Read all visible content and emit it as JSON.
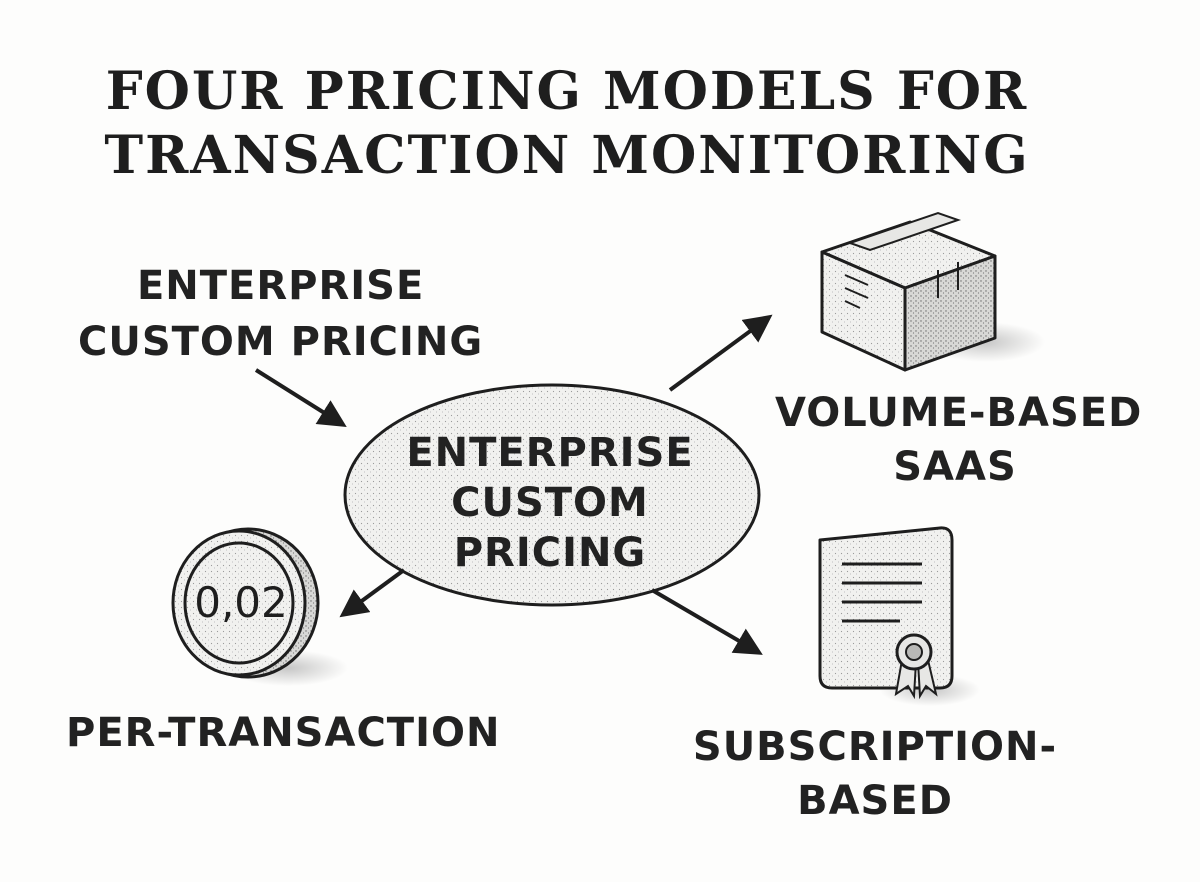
{
  "title": {
    "line1": "FOUR PRICING MODELS FOR",
    "line2": "TRANSACTION MONITORING"
  },
  "nodes": {
    "top_left": {
      "line1": "ENTERPRISE",
      "line2": "CUSTOM PRICING"
    },
    "center": {
      "line1": "ENTERPRISE",
      "line2": "CUSTOM",
      "line3": "PRICING"
    },
    "volume": {
      "line1": "VOLUME-BASED",
      "line2": "SAAS"
    },
    "per_transaction": {
      "line1": "PER-TRANSACTION"
    },
    "subscription": {
      "line1": "SUBSCRIPTION-",
      "line2": "BASED"
    }
  },
  "coin": {
    "value": "0,02"
  },
  "icons": {
    "box": "package-box-icon",
    "coin": "coin-icon",
    "certificate": "certificate-document-icon"
  },
  "colors": {
    "ink": "#1e1e1e",
    "paper": "#fdfdfc",
    "fill": "#efefed"
  }
}
